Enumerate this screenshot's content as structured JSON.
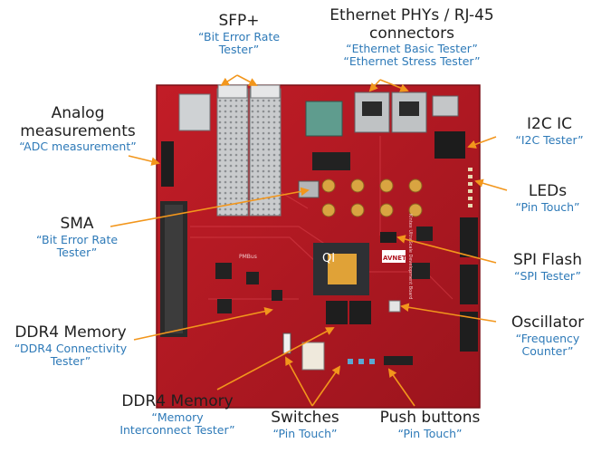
{
  "labels": {
    "sfp": {
      "title": "SFP+",
      "sub1": "“Bit Error Rate",
      "sub2": "Tester”"
    },
    "ethernet": {
      "title1": "Ethernet PHYs / RJ-45",
      "title2": "connectors",
      "sub1": "“Ethernet Basic Tester”",
      "sub2": "“Ethernet Stress Tester”"
    },
    "analog": {
      "title1": "Analog",
      "title2": "measurements",
      "sub": "“ADC measurement”"
    },
    "i2c": {
      "title": "I2C IC",
      "sub": "“I2C Tester”"
    },
    "leds": {
      "title": "LEDs",
      "sub": "“Pin Touch”"
    },
    "sma": {
      "title": "SMA",
      "sub1": "“Bit Error Rate",
      "sub2": "Tester”"
    },
    "spi": {
      "title": "SPI Flash",
      "sub": "“SPI Tester”"
    },
    "ddr4a": {
      "title": "DDR4 Memory",
      "sub1": "“DDR4 Connectivity",
      "sub2": "Tester”"
    },
    "oscillator": {
      "title": "Oscillator",
      "sub1": "“Frequency",
      "sub2": "Counter”"
    },
    "ddr4b": {
      "title": "DDR4 Memory",
      "sub1": "“Memory",
      "sub2": "Interconnect Tester”"
    },
    "switches": {
      "title": "Switches",
      "sub": "“Pin Touch”"
    },
    "pushbuttons": {
      "title": "Push buttons",
      "sub": "“Pin Touch”"
    }
  },
  "board": {
    "logo": "AVNET",
    "chip_label": "QI",
    "silk_side": "Kintex UltraScale Development Board",
    "silk_pm": "PMBus"
  },
  "colors": {
    "board": "#b01822",
    "arrow": "#f2961c",
    "title_text": "#1f1f1f",
    "sub_text": "#2e7ab8"
  }
}
